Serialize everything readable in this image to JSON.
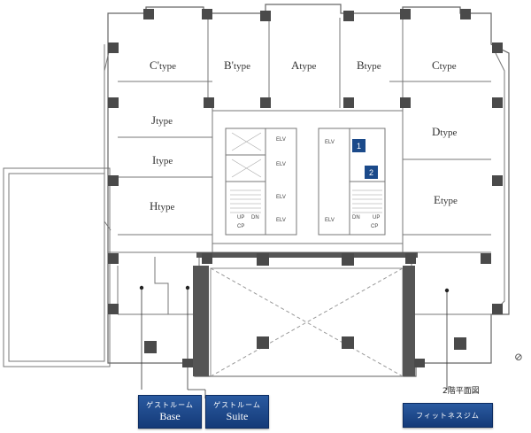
{
  "rooms": {
    "c_prime": {
      "letter": "C'",
      "suffix": "type"
    },
    "b_prime": {
      "letter": "B'",
      "suffix": "type"
    },
    "a": {
      "letter": "A",
      "suffix": "type"
    },
    "b": {
      "letter": "B",
      "suffix": "type"
    },
    "c": {
      "letter": "C",
      "suffix": "type"
    },
    "j": {
      "letter": "J",
      "suffix": "type"
    },
    "i": {
      "letter": "I",
      "suffix": "type"
    },
    "h": {
      "letter": "H",
      "suffix": "type"
    },
    "d": {
      "letter": "D",
      "suffix": "type"
    },
    "e": {
      "letter": "E",
      "suffix": "type"
    }
  },
  "core_labels": {
    "elv": "ELV",
    "dn": "DN",
    "up": "UP",
    "cp": "CP"
  },
  "markers": [
    "1",
    "2"
  ],
  "floor_label": "2階平面図",
  "buttons": {
    "guest_base": {
      "line1": "ゲストルーム",
      "line2": "Base"
    },
    "guest_suite": {
      "line1": "ゲストルーム",
      "line2": "Suite"
    },
    "fitness": {
      "line1": "フィットネスジム"
    }
  },
  "colors": {
    "wall": "#555555",
    "pillar": "#4a4a4a",
    "button": "#1b4a8a",
    "marker": "#1b4a8a"
  }
}
